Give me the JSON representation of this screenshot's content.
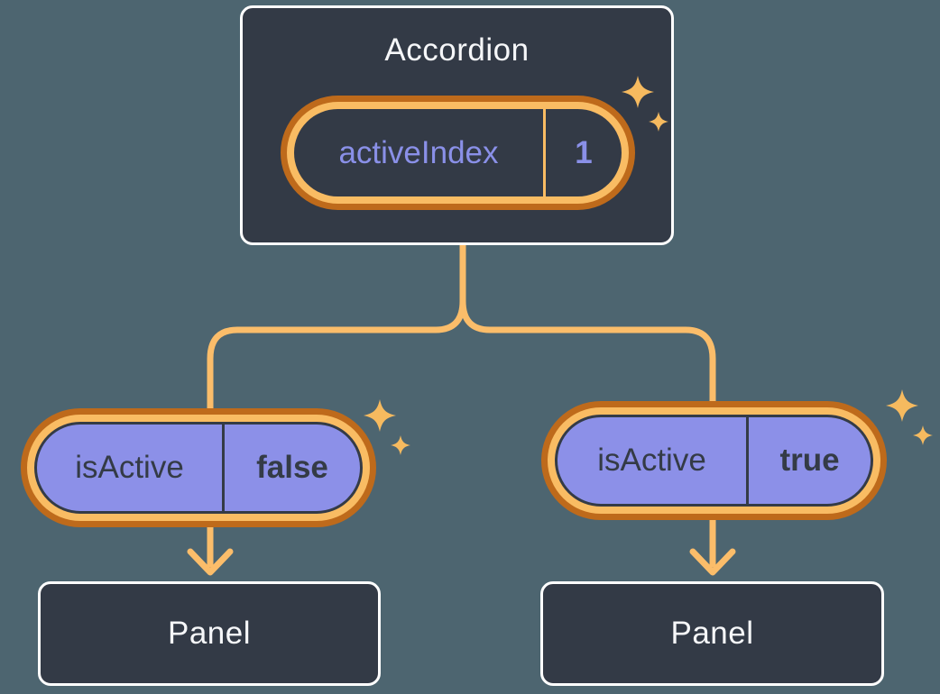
{
  "diagram": {
    "accordion": {
      "title": "Accordion",
      "state": {
        "label": "activeIndex",
        "value": "1"
      }
    },
    "children": [
      {
        "prop": {
          "name": "isActive",
          "value": "false"
        },
        "panel": {
          "title": "Panel"
        }
      },
      {
        "prop": {
          "name": "isActive",
          "value": "true"
        },
        "panel": {
          "title": "Panel"
        }
      }
    ]
  },
  "icons": {
    "sparkle": "sparkle-icon",
    "arrow": "arrow-down-icon"
  },
  "colors": {
    "bg": "#4D6570",
    "card-fill": "#333A46",
    "card-border": "#FFFFFF",
    "text-light": "#F6F7F9",
    "purple-text": "#8A90E8",
    "purple-fill": "#8C90E8",
    "dark-text": "#343B46",
    "ring-outer": "#BE6A1B",
    "ring-inner": "#F9BC63",
    "connector": "#FBBD6A",
    "sparkle": "#F6BA5F"
  }
}
